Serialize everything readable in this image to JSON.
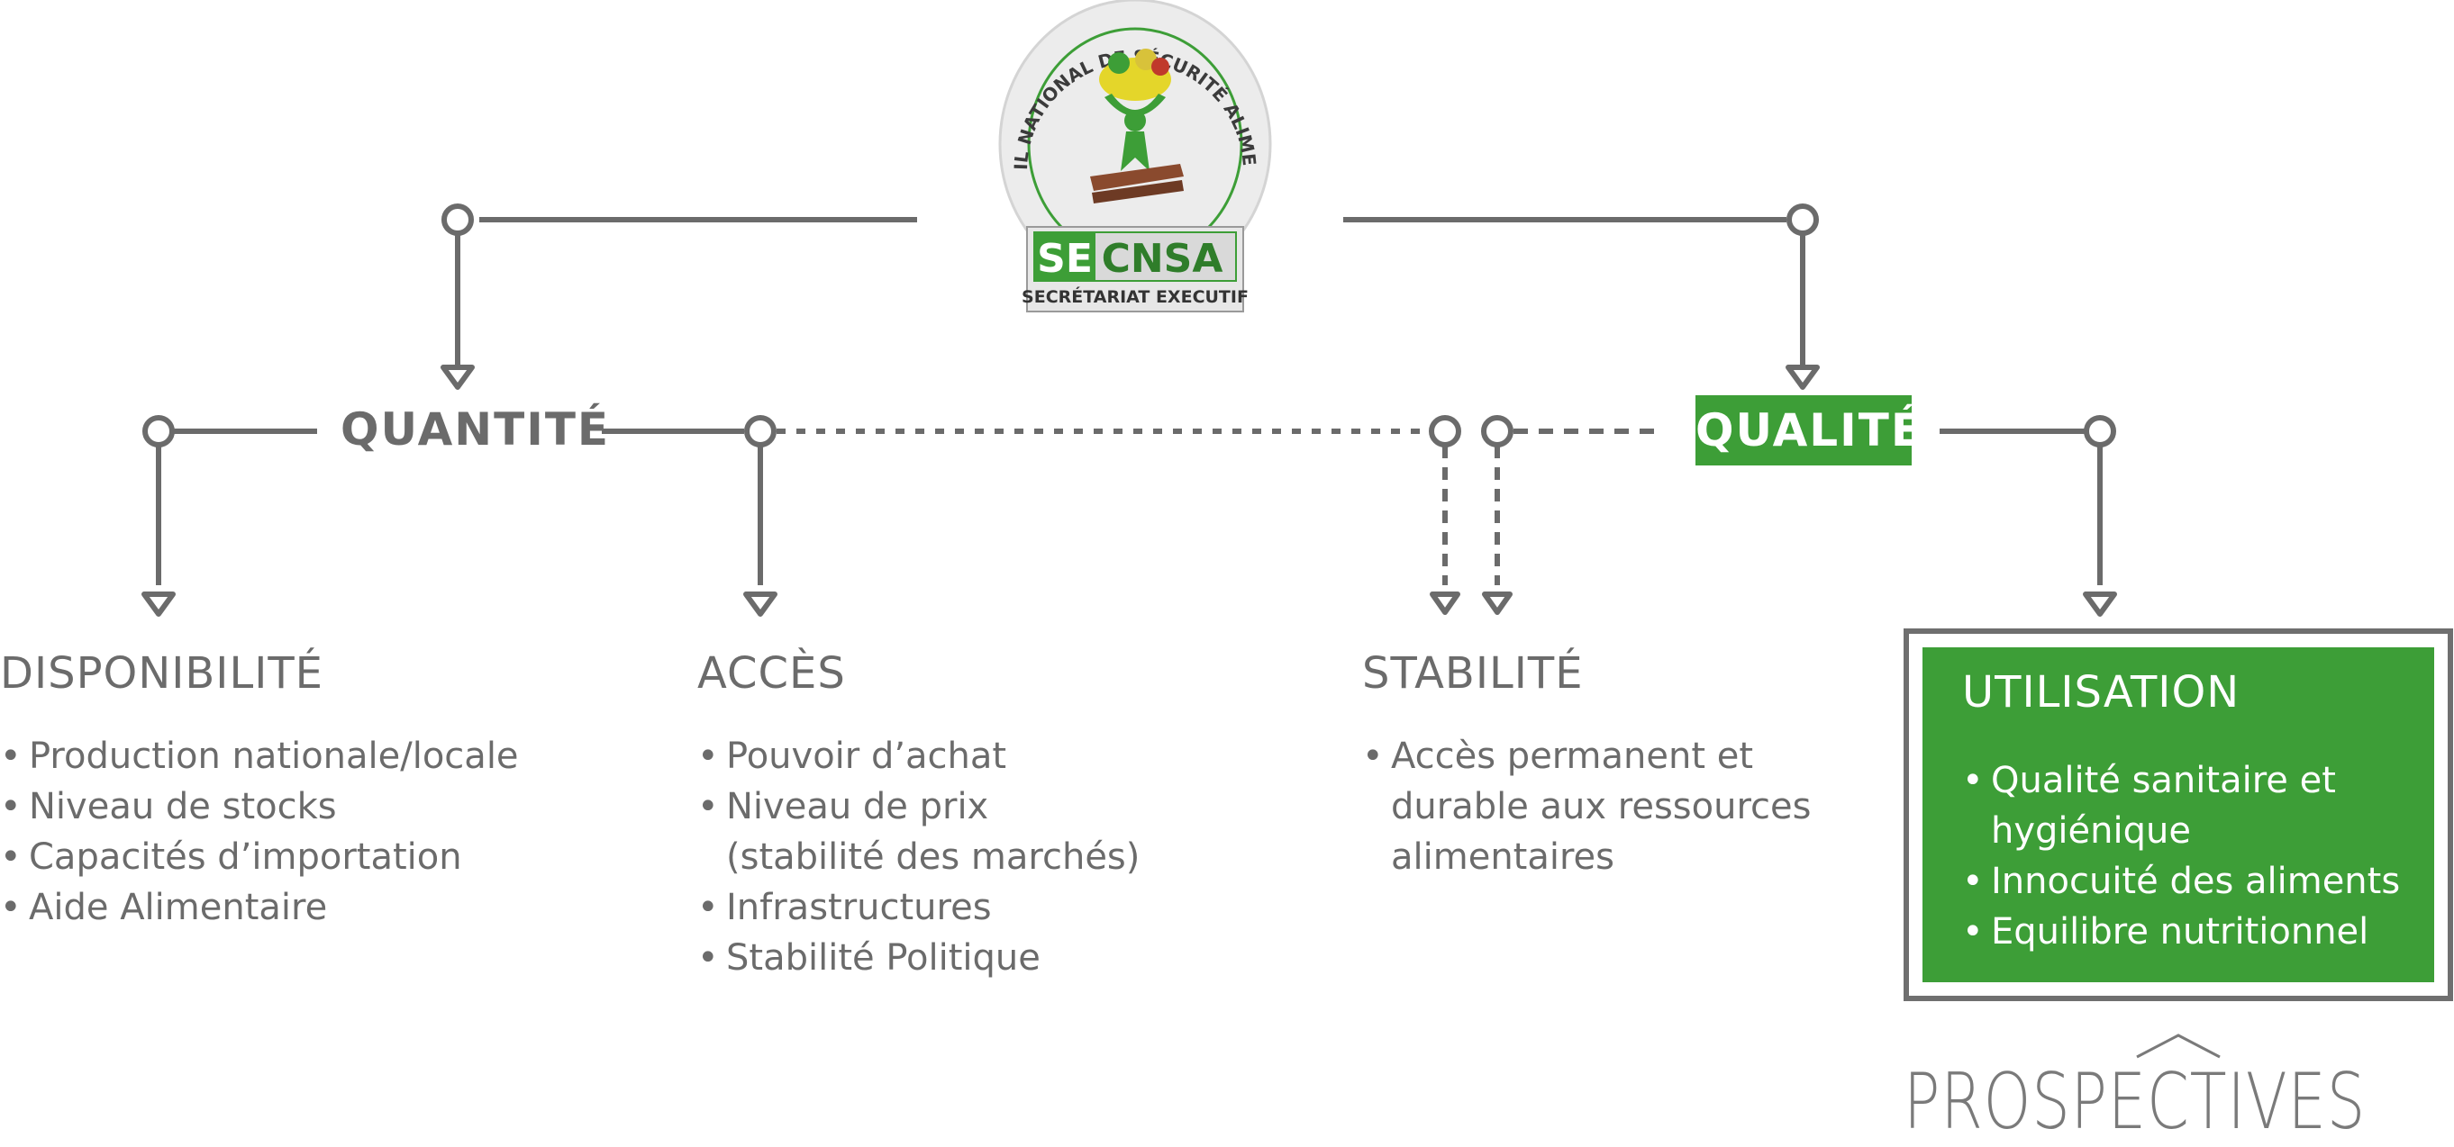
{
  "logo": {
    "ring_text": "CONSEIL NATIONAL DE SÉCURITÉ ALIMENTAIRE",
    "acronym_se": "SE",
    "acronym_cnsa": "CNSA",
    "subtitle": "SECRÉTARIAT EXECUTIF"
  },
  "categories": {
    "quantite": "QUANTITÉ",
    "qualite": "QUALITÉ"
  },
  "nodes": [
    {
      "title": "DISPONIBILITÉ",
      "items": [
        "Production nationale/locale",
        "Niveau de stocks",
        "Capacités d’importation",
        "Aide Alimentaire"
      ]
    },
    {
      "title": "ACCÈS",
      "items": [
        "Pouvoir d’achat",
        "Niveau de prix\n(stabilité des marchés)",
        "Infrastructures",
        "Stabilité Politique"
      ]
    },
    {
      "title": "STABILITÉ",
      "items": [
        "Accès permanent et\ndurable aux ressources\nalimentaires"
      ]
    },
    {
      "title": "UTILISATION",
      "items": [
        "Qualité sanitaire et\nhygiénique",
        "Innocuité des aliments",
        "Equilibre nutritionnel"
      ]
    }
  ],
  "brand": {
    "name": "PROSPECTIVES"
  },
  "colors": {
    "accent_green": "#3d9e37",
    "line_gray": "#6b6b6b",
    "text_gray": "#6b6b6b"
  }
}
